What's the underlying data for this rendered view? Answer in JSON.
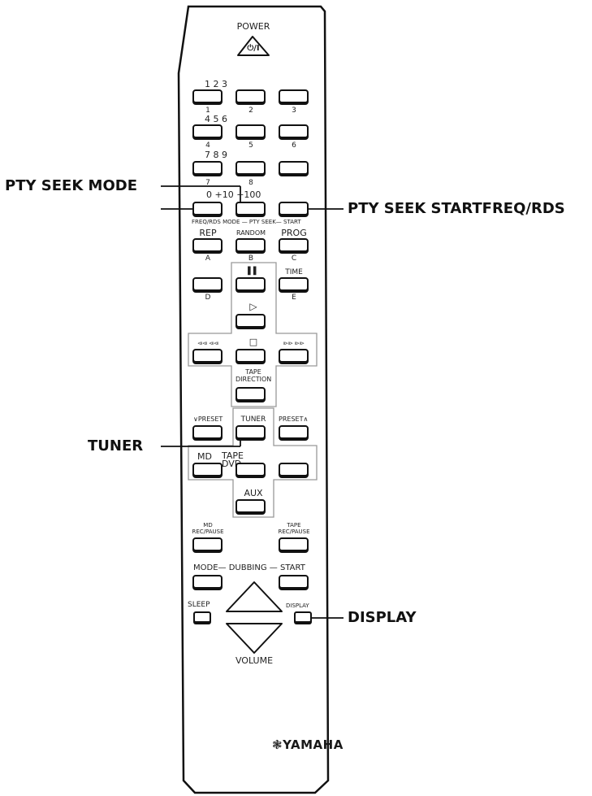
{
  "remote": {
    "power_label": "POWER",
    "power_symbol": "⏻/I",
    "brand": "YAMAHA",
    "brand_mark": "❃",
    "buttons": [
      {
        "id": "btn-1",
        "top": "1 2 3",
        "bottom": "1"
      },
      {
        "id": "btn-2",
        "top": "",
        "bottom": "2"
      },
      {
        "id": "btn-3",
        "top": "",
        "bottom": "3"
      },
      {
        "id": "btn-4",
        "top": "4 5 6",
        "bottom": "4"
      },
      {
        "id": "btn-5",
        "top": "",
        "bottom": "5"
      },
      {
        "id": "btn-6",
        "top": "",
        "bottom": "6"
      },
      {
        "id": "btn-7",
        "top": "7 8 9",
        "bottom": "7"
      },
      {
        "id": "btn-8",
        "top": "",
        "bottom": "8"
      },
      {
        "id": "btn-9",
        "top": "",
        "bottom": ""
      },
      {
        "id": "btn-freq-rds",
        "top": "0 +10 +100",
        "bottom": "FREQ/RDS MODE — PTY SEEK— START"
      },
      {
        "id": "btn-rep",
        "top": "REP",
        "bottom": "A"
      },
      {
        "id": "btn-random",
        "top": "RANDOM",
        "bottom": "B"
      },
      {
        "id": "btn-prog",
        "top": "PROG",
        "bottom": "C"
      },
      {
        "id": "btn-d",
        "top": "",
        "bottom": "D"
      },
      {
        "id": "btn-pause",
        "top": "▌▌",
        "bottom": ""
      },
      {
        "id": "btn-time",
        "top": "TIME",
        "bottom": "E"
      },
      {
        "id": "btn-play",
        "top": "▷",
        "bottom": ""
      },
      {
        "id": "btn-skip-back",
        "top": "⧏⧏ ⧏⧏",
        "bottom": ""
      },
      {
        "id": "btn-stop",
        "top": "□",
        "bottom": ""
      },
      {
        "id": "btn-skip-fwd",
        "top": "⧐⧐ ⧐⧐",
        "bottom": ""
      },
      {
        "id": "btn-tape-direction",
        "top": "TAPE DIRECTION",
        "bottom": ""
      },
      {
        "id": "btn-preset-down",
        "top": "∨PRESET",
        "bottom": ""
      },
      {
        "id": "btn-tuner",
        "top": "TUNER",
        "bottom": ""
      },
      {
        "id": "btn-preset-up",
        "top": "PRESET∧",
        "bottom": ""
      },
      {
        "id": "btn-md",
        "top": "MD",
        "bottom": ""
      },
      {
        "id": "btn-dvd",
        "top": "TAPE DVD",
        "bottom": ""
      },
      {
        "id": "btn-tape",
        "top": "",
        "bottom": ""
      },
      {
        "id": "btn-aux",
        "top": "AUX",
        "bottom": ""
      },
      {
        "id": "btn-md-rec-pause",
        "top": "MD REC/PAUSE",
        "bottom": ""
      },
      {
        "id": "btn-tape-rec-pause",
        "top": "TAPE REC/PAUSE",
        "bottom": ""
      },
      {
        "id": "btn-dubbing-mode",
        "top": "MODE— DUBBING — START",
        "bottom": ""
      },
      {
        "id": "btn-dubbing-start",
        "top": "",
        "bottom": ""
      },
      {
        "id": "btn-sleep",
        "top": "SLEEP",
        "bottom": ""
      },
      {
        "id": "btn-display",
        "top": "DISPLAY",
        "bottom": ""
      },
      {
        "id": "btn-volume",
        "top": "VOLUME",
        "bottom": ""
      }
    ]
  },
  "callouts": {
    "pty_seek_mode": "PTY SEEK MODE",
    "pty_seek_start_freq_rds": "PTY SEEK STARTFREQ/RDS",
    "tuner": "TUNER",
    "display": "DISPLAY"
  }
}
